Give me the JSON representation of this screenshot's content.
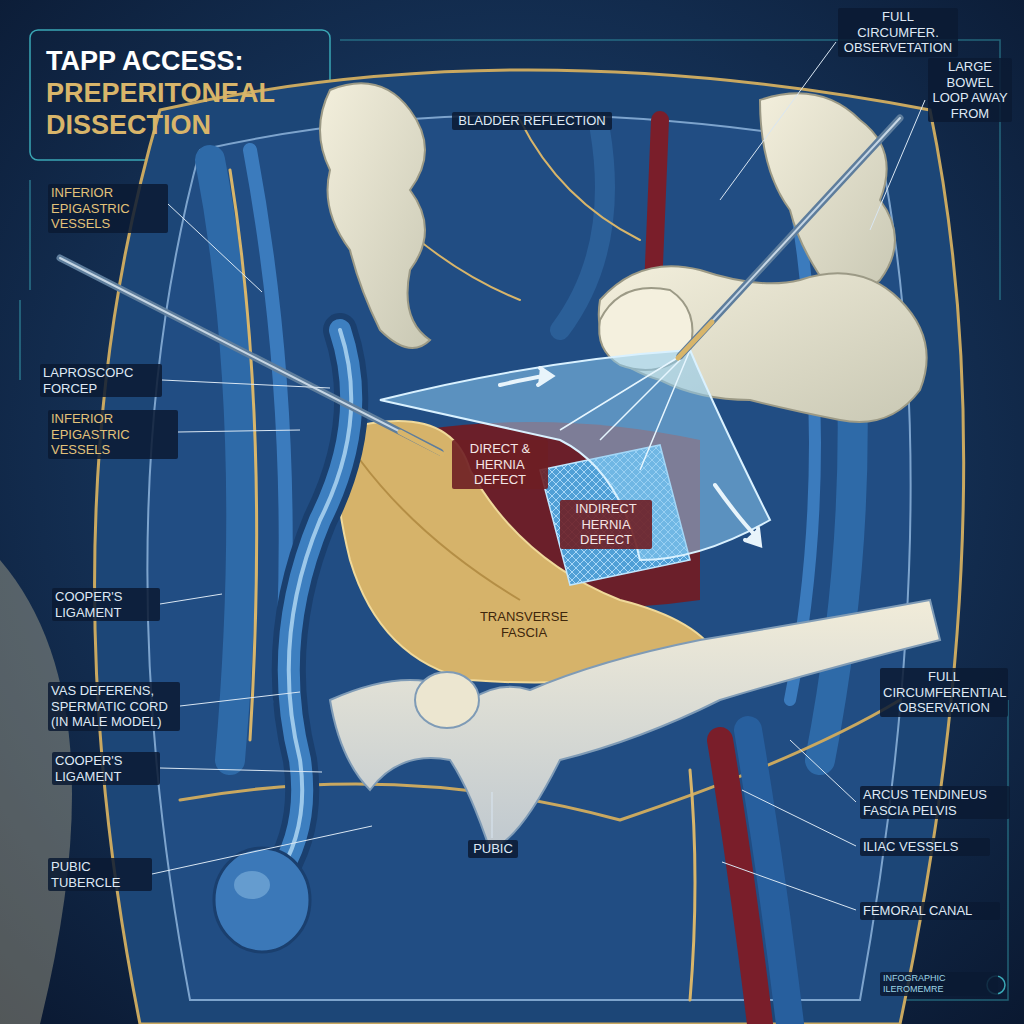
{
  "diagram": {
    "title": "TAPP ACCESS: PREPERITONEAL DISSECTION",
    "labels": [
      "BLADDER REFLECTION",
      "FULL CIRCUMFER. OBSERVETATION",
      "LARGE BOWEL LOOP AWAY FROM",
      "INFERIOR EPIGASTRIC VESSELS",
      "LAPROSCOPC FORCEP",
      "INFERIOR EPIGASTRIC VESSELS",
      "DIRECT & HERNIA DEFECT",
      "INDIRECT HERNIA DEFECT",
      "TRANSVERSE FASCIA",
      "COOPER'S LIGAMENT",
      "VAS DEFERENS, SPERMATIC CORD (IN MALE MODEL)",
      "COOPER'S LIGAMENT",
      "PUBIC TUBERCLE",
      "PUBIC",
      "FULL CIRCUMFERENTIAL OBSERVATION",
      "ARCUS TENDINEUS FASCIA PELVIS",
      "ILIAC VESSELS",
      "FEMORAL CANAL",
      "INFOGRAPHIC ILEROMEMRE"
    ]
  }
}
